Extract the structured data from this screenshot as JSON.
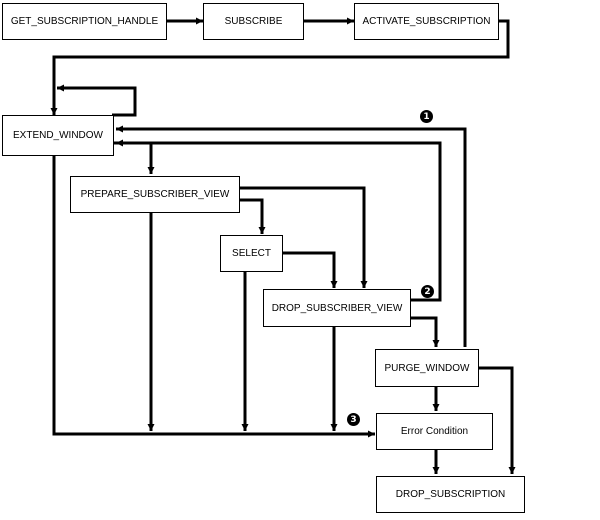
{
  "diagram": {
    "nodes": {
      "get_subscription_handle": "GET_SUBSCRIPTION_HANDLE",
      "subscribe": "SUBSCRIBE",
      "activate_subscription": "ACTIVATE_SUBSCRIPTION",
      "extend_window": "EXTEND_WINDOW",
      "prepare_subscriber_view": "PREPARE_SUBSCRIBER_VIEW",
      "select": "SELECT",
      "drop_subscriber_view": "DROP_SUBSCRIBER_VIEW",
      "purge_window": "PURGE_WINDOW",
      "error_condition": "Error Condition",
      "drop_subscription": "DROP_SUBSCRIPTION"
    },
    "callouts": {
      "c1": "1",
      "c2": "2",
      "c3": "3"
    }
  }
}
